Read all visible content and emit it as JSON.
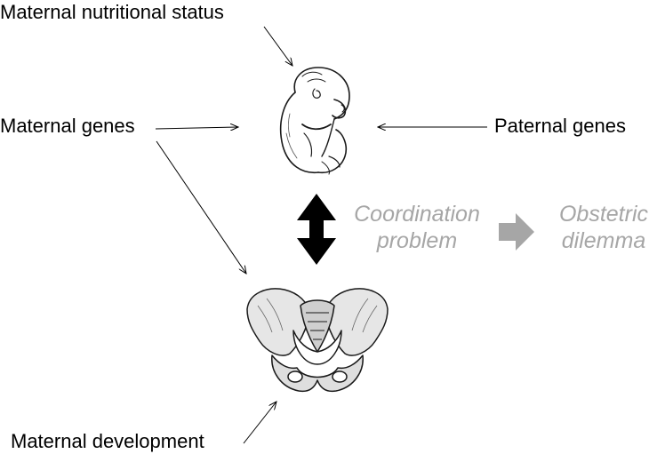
{
  "labels": {
    "maternal_nutritional_status": "Maternal nutritional status",
    "maternal_genes": "Maternal genes",
    "paternal_genes": "Paternal genes",
    "maternal_development": "Maternal development"
  },
  "concepts": {
    "coordination_line1": "Coordination",
    "coordination_line2": "problem",
    "obstetric_line1": "Obstetric",
    "obstetric_line2": "dilemma"
  },
  "colors": {
    "label_text": "#000000",
    "concept_text": "#a6a6a6",
    "grey_arrow": "#a6a6a6",
    "black_arrow": "#000000"
  },
  "illustrations": [
    "fetus-illustration",
    "pelvis-illustration"
  ]
}
